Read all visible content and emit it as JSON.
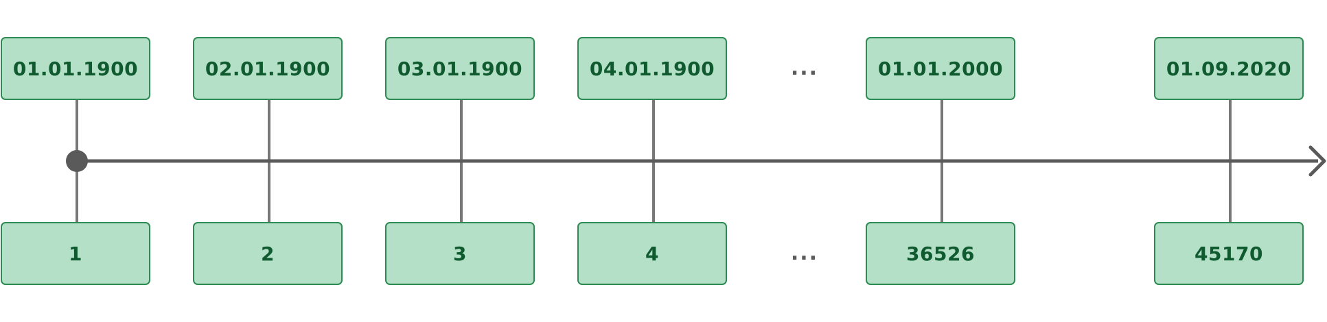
{
  "timeline": {
    "points": [
      {
        "date": "01.01.1900",
        "serial": "1"
      },
      {
        "date": "02.01.1900",
        "serial": "2"
      },
      {
        "date": "03.01.1900",
        "serial": "3"
      },
      {
        "date": "04.01.1900",
        "serial": "4"
      },
      {
        "date": "01.01.2000",
        "serial": "36526"
      },
      {
        "date": "01.09.2020",
        "serial": "45170"
      }
    ],
    "ellipsis_top": "...",
    "ellipsis_bottom": "..."
  },
  "colors": {
    "box_fill": "#b5e0c8",
    "box_border": "#2d8a52",
    "box_text": "#0f5a2e",
    "axis_line": "#5a5a5a",
    "stem_line": "#777777"
  }
}
